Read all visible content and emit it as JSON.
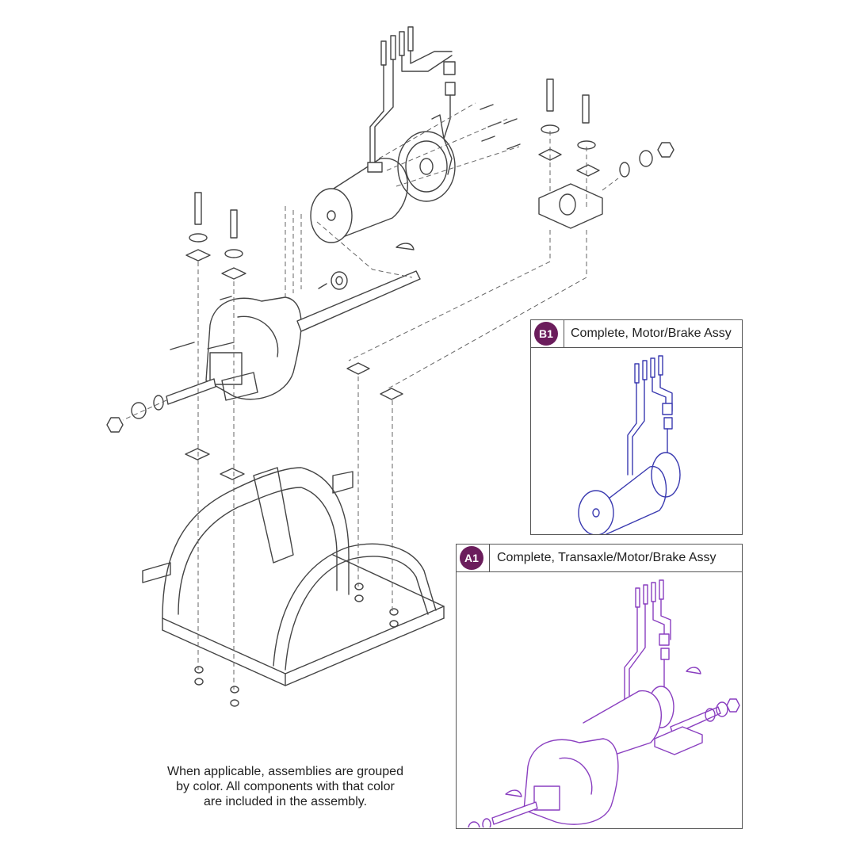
{
  "colors": {
    "badge": "#6b1d5c",
    "b1_assembly": "#3a3ab0",
    "a1_assembly": "#8a3fc0",
    "line": "#444444"
  },
  "insets": {
    "b1": {
      "badge": "B1",
      "title": "Complete, Motor/Brake Assy"
    },
    "a1": {
      "badge": "A1",
      "title": "Complete, Transaxle/Motor/Brake Assy"
    }
  },
  "caption": {
    "line1": "When applicable, assemblies are grouped",
    "line2": "by color. All components with that color",
    "line3": "are included in the assembly."
  }
}
